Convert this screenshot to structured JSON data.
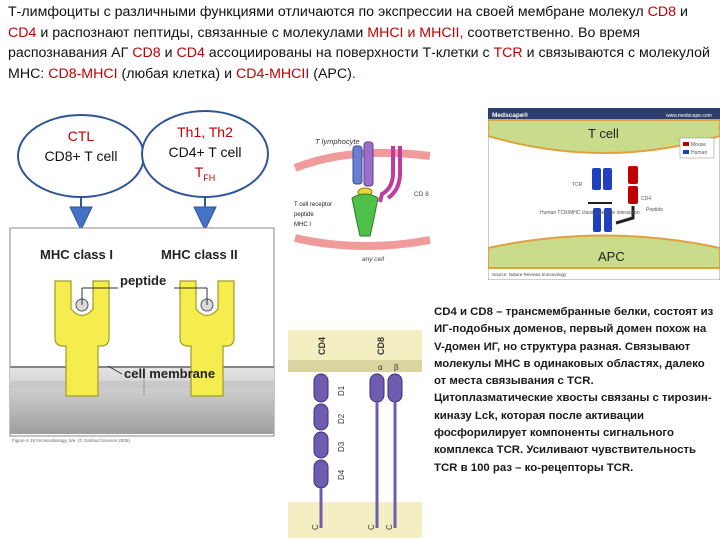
{
  "intro": {
    "part1": "Т-лимфоциты с различными функциями отличаются по экспрессии на своей мембране молекул ",
    "cd8": "CD8",
    "and": " и ",
    "cd4": "CD4",
    "part2": " и распознают пептиды, связанные с молекулами ",
    "mhc": "MHCI и MHCII,",
    "part3": " соответственно. Во время распознавания АГ ",
    "cd8b": "CD8",
    "and2": " и ",
    "cd4b": "CD4",
    "part4": " ассоциированы на поверхности Т-клетки с ",
    "tcr": "TCR",
    "part5": " и связываются с молекулой MHC: ",
    "cd8mhc": "CD8-MHCI",
    "part6": " (любая клетка) и ",
    "cd4mhc": "CD4-MHCII",
    "part7": " (APC)",
    "dot": "."
  },
  "ctl": {
    "title": "CTL",
    "sub": "CD8+ T cell"
  },
  "th": {
    "title": "Th1, Th2",
    "sub": "CD4+ T cell",
    "tfh": "T",
    "tfh_sub": "FH"
  },
  "mhc_panel": {
    "mhc1": "MHC class I",
    "mhc2": "MHC class II",
    "peptide": "peptide",
    "membrane": "cell membrane",
    "caption": "Figure 4-19 Immunobiology, 6/e. (© Garland Science 2005)"
  },
  "complex_panel": {
    "t_lymphocyte": "T lymphocyte",
    "cd8": "CD 8",
    "tcr": "T cell receptor",
    "peptide": "peptide",
    "mhc1": "MHC I",
    "any_cell": "any cell"
  },
  "medscape_panel": {
    "brand": "Medscape®",
    "url": "www.medscape.com",
    "t_cell": "T cell",
    "apc": "APC",
    "legend_mouse": "Mouse",
    "legend_human": "Human",
    "tcr": "TCR",
    "cd4": "CD4",
    "peptide": "Peptide",
    "human_label": "Human TCR/MHC class II peptide interaction",
    "source": "Source: Nature Reviews Immunology"
  },
  "domain_panel": {
    "cd4": "CD4",
    "cd8": "CD8",
    "d1": "D1",
    "d2": "D2",
    "d3": "D3",
    "d4": "D4",
    "alpha": "α",
    "beta": "β",
    "c": "C"
  },
  "cd_text": "CD4 и CD8 – трансмембранные белки, состоят из ИГ-подобных доменов, первый домен похож на V-домен ИГ, но структура разная. Связывают молекулы МНС в одинаковых областях, далеко от места связывания с TCR. Цитоплазматические хвосты связаны с тирозин-киназу Lck, которая после активации фосфорилирует компоненты сигнального комплекса TCR. Усиливают чувствительность TCR в 100 раз – ко-рецепторы TCR.",
  "colors": {
    "red": "#c00000",
    "blue_outline": "#2f5597",
    "triangle": "#4472c4",
    "mhc_yellow": "#f5ec4e",
    "medscape_green": "#c8dc8c",
    "domain_purple": "#6f5cb0",
    "domain_bg": "#f3efc2"
  }
}
